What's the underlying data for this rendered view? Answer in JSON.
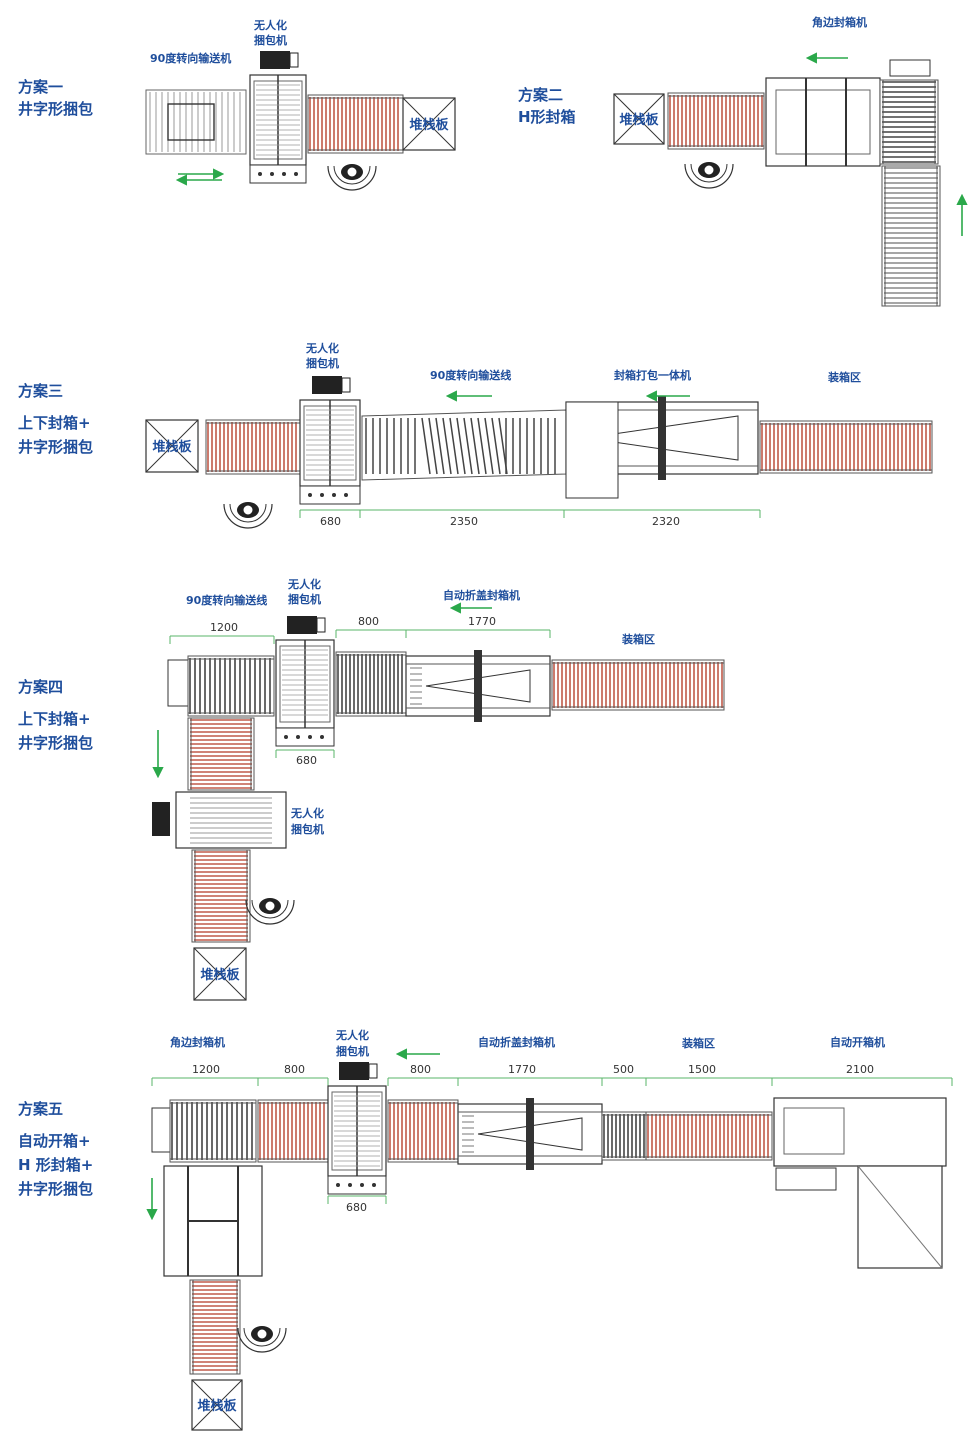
{
  "colors": {
    "label_blue": "#1f4e9c",
    "arrow_green": "#2aa84a",
    "roller_red": "#c05a4a",
    "roller_dark": "#444444",
    "line": "#555555",
    "dim_green": "#5ab56a"
  },
  "plans": [
    {
      "title": "方案一",
      "subtitle": [
        "井字形捆包"
      ]
    },
    {
      "title": "方案二",
      "subtitle": [
        "H形封箱"
      ]
    },
    {
      "title": "方案三",
      "subtitle": [
        "上下封箱+",
        "井字形捆包"
      ]
    },
    {
      "title": "方案四",
      "subtitle": [
        "上下封箱+",
        "井字形捆包"
      ]
    },
    {
      "title": "方案五",
      "subtitle": [
        "自动开箱+",
        "H 形封箱+",
        "井字形捆包"
      ]
    }
  ],
  "labels": {
    "p1_turn": "90度转向输送机",
    "p1_bale": [
      "无人化",
      "捆包机"
    ],
    "pallet": "堆栈板",
    "p2_corner": "角边封箱机",
    "p3_bale": [
      "无人化",
      "捆包机"
    ],
    "p3_turn": "90度转向输送线",
    "p3_seal": "封箱打包一体机",
    "packing": "装箱区",
    "p4_turn": "90度转向输送线",
    "p4_bale": [
      "无人化",
      "捆包机"
    ],
    "p4_fold": "自动折盖封箱机",
    "p4_bale2": [
      "无人化",
      "捆包机"
    ],
    "p5_corner": "角边封箱机",
    "p5_bale": [
      "无人化",
      "捆包机"
    ],
    "p5_fold": "自动折盖封箱机",
    "p5_open": "自动开箱机"
  },
  "dims": {
    "p3": [
      "680",
      "2350",
      "2320"
    ],
    "p4": [
      "1200",
      "800",
      "1770",
      "680"
    ],
    "p5": [
      "1200",
      "800",
      "800",
      "1770",
      "500",
      "1500",
      "2100",
      "680"
    ]
  }
}
